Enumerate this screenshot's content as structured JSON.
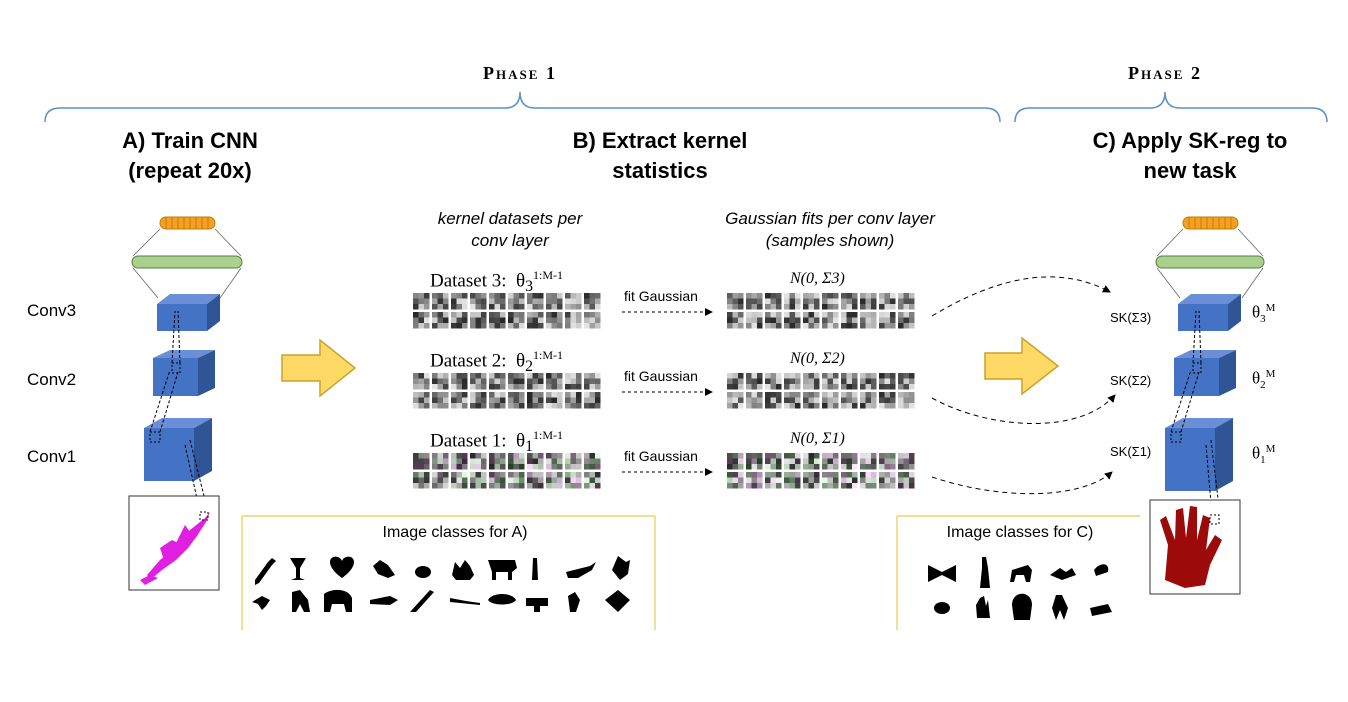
{
  "phases": {
    "phase1": "Phase 1",
    "phase2": "Phase 2"
  },
  "steps": {
    "a_line1": "A) Train CNN",
    "a_line2": "(repeat 20x)",
    "b_line1": "B) Extract kernel",
    "b_line2": "statistics",
    "c_line1": "C) Apply SK-reg to",
    "c_line2": "new task"
  },
  "column_headers": {
    "datasets_line1": "kernel datasets per",
    "datasets_line2": "conv layer",
    "gaussian_line1": "Gaussian fits per conv layer",
    "gaussian_line2": "(samples shown)"
  },
  "layers": [
    "Conv3",
    "Conv2",
    "Conv1"
  ],
  "datasets": [
    {
      "label": "Dataset 3:",
      "theta": "θ",
      "sub": "3",
      "sup": "1:M-1"
    },
    {
      "label": "Dataset 2:",
      "theta": "θ",
      "sub": "2",
      "sup": "1:M-1"
    },
    {
      "label": "Dataset 1:",
      "theta": "θ",
      "sub": "1",
      "sup": "1:M-1"
    }
  ],
  "fit_label": "fit Gaussian",
  "gaussians": [
    "N(0, Σ3)",
    "N(0, Σ2)",
    "N(0, Σ1)"
  ],
  "sk_labels": [
    "SK(Σ3)",
    "SK(Σ2)",
    "SK(Σ1)"
  ],
  "thetas_m": [
    {
      "theta": "θ",
      "sub": "3",
      "sup": "M"
    },
    {
      "theta": "θ",
      "sub": "2",
      "sup": "M"
    },
    {
      "theta": "θ",
      "sub": "1",
      "sup": "M"
    }
  ],
  "panels": {
    "classes_a": "Image classes for A)",
    "classes_c": "Image classes for C)"
  },
  "colors": {
    "bracket": "#5b8fc9",
    "cube_front": "#4472c4",
    "cube_side": "#3055a0",
    "arrow_fill": "#ffd966",
    "arrow_stroke": "#c9a227",
    "neuron_orange": "#f4a026",
    "neuron_green": "#a9d08e",
    "bird": "#e020e0",
    "hand": "#9c0a0a",
    "panel_border": "#f2c744"
  }
}
